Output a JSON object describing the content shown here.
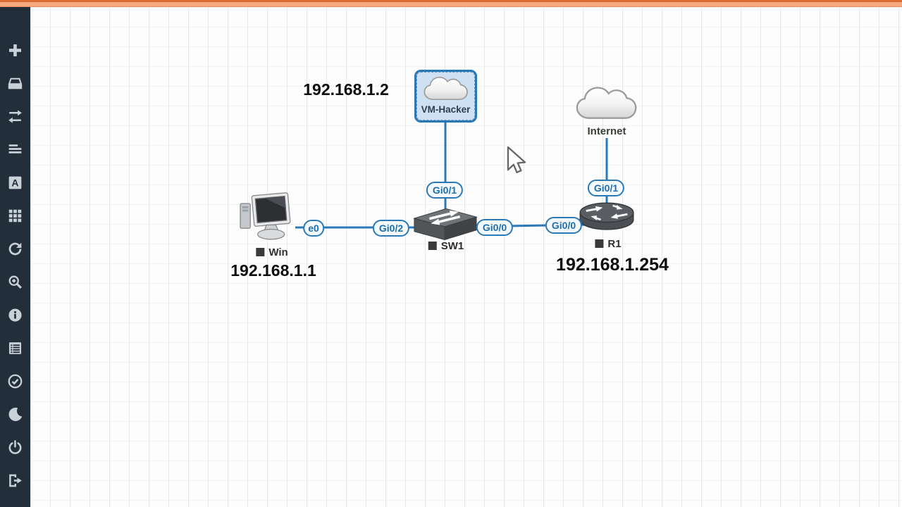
{
  "sidebar": {
    "items": [
      {
        "icon": "plus"
      },
      {
        "icon": "storage"
      },
      {
        "icon": "transfer-arrows"
      },
      {
        "icon": "align-lines"
      },
      {
        "icon": "text-a"
      },
      {
        "icon": "grid"
      },
      {
        "icon": "refresh"
      },
      {
        "icon": "zoom-in"
      },
      {
        "icon": "info"
      },
      {
        "icon": "list"
      },
      {
        "icon": "check-circle"
      },
      {
        "icon": "moon"
      },
      {
        "icon": "power"
      },
      {
        "icon": "logout"
      }
    ]
  },
  "nodes": {
    "vm_hacker": {
      "label": "VM-Hacker",
      "selected": true,
      "type": "cloud"
    },
    "internet": {
      "label": "Internet",
      "type": "cloud"
    },
    "win": {
      "label": "Win",
      "type": "pc",
      "status_square": true
    },
    "sw1": {
      "label": "SW1",
      "type": "switch",
      "status_square": true
    },
    "r1": {
      "label": "R1",
      "type": "router",
      "status_square": true
    }
  },
  "annotations": {
    "vm_hacker_ip": "192.168.1.2",
    "win_ip": "192.168.1.1",
    "r1_ip": "192.168.1.254"
  },
  "interfaces": {
    "win_e0": "e0",
    "sw1_to_win": "Gi0/2",
    "sw1_uplink": "Gi0/1",
    "sw1_to_r1": "Gi0/0",
    "r1_to_sw1": "Gi0/0",
    "r1_uplink": "Gi0/1"
  },
  "colors": {
    "link": "#2a79b8",
    "selection_fill": "#cde1f3",
    "selection_border": "#2878b8",
    "interface_border": "#2a79b8",
    "interface_text": "#1c6eae",
    "topbar": "#f6a87e",
    "topbar_border": "#db6a30",
    "sidebar_bg": "#232e3b",
    "sidebar_icon": "#c9d1d8"
  }
}
